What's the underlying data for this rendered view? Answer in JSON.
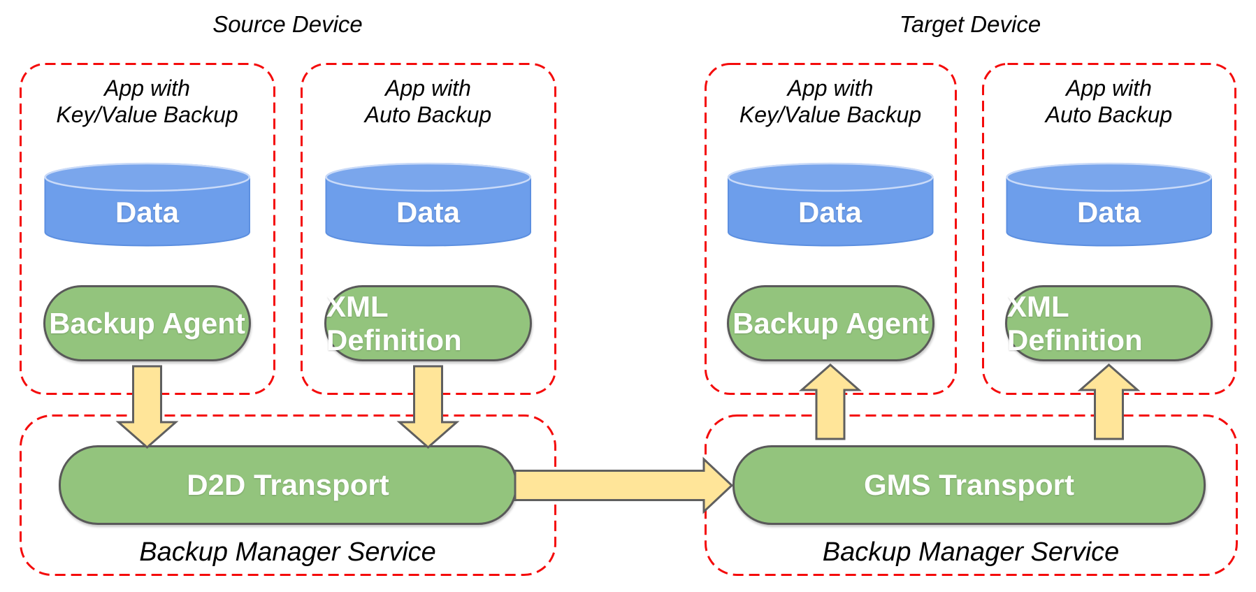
{
  "devices": {
    "source": {
      "title": "Source Device",
      "apps": [
        {
          "label_line1": "App with",
          "label_line2": "Key/Value Backup",
          "storage": "Data",
          "component": "Backup Agent"
        },
        {
          "label_line1": "App with",
          "label_line2": "Auto Backup",
          "storage": "Data",
          "component": "XML Definition"
        }
      ],
      "service": {
        "transport": "D2D Transport",
        "label": "Backup Manager Service"
      }
    },
    "target": {
      "title": "Target Device",
      "apps": [
        {
          "label_line1": "App with",
          "label_line2": "Key/Value Backup",
          "storage": "Data",
          "component": "Backup Agent"
        },
        {
          "label_line1": "App with",
          "label_line2": "Auto Backup",
          "storage": "Data",
          "component": "XML Definition"
        }
      ],
      "service": {
        "transport": "GMS Transport",
        "label": "Backup Manager Service"
      }
    }
  },
  "connections": [
    {
      "from": "Backup Agent (source)",
      "to": "D2D Transport",
      "direction": "down"
    },
    {
      "from": "XML Definition (source)",
      "to": "D2D Transport",
      "direction": "down"
    },
    {
      "from": "D2D Transport",
      "to": "GMS Transport",
      "direction": "right"
    },
    {
      "from": "GMS Transport",
      "to": "Backup Agent (target)",
      "direction": "up"
    },
    {
      "from": "GMS Transport",
      "to": "XML Definition (target)",
      "direction": "up"
    }
  ],
  "colors": {
    "container_border": "#F40B0B",
    "component_fill": "#93C47D",
    "component_border": "#595959",
    "storage_fill": "#6D9EEB",
    "storage_top_fill": "#7AA6EC",
    "arrow_fill": "#FFE599",
    "arrow_border": "#5F5F5F",
    "text_dark": "#000000",
    "text_light": "#FFFFFF"
  }
}
